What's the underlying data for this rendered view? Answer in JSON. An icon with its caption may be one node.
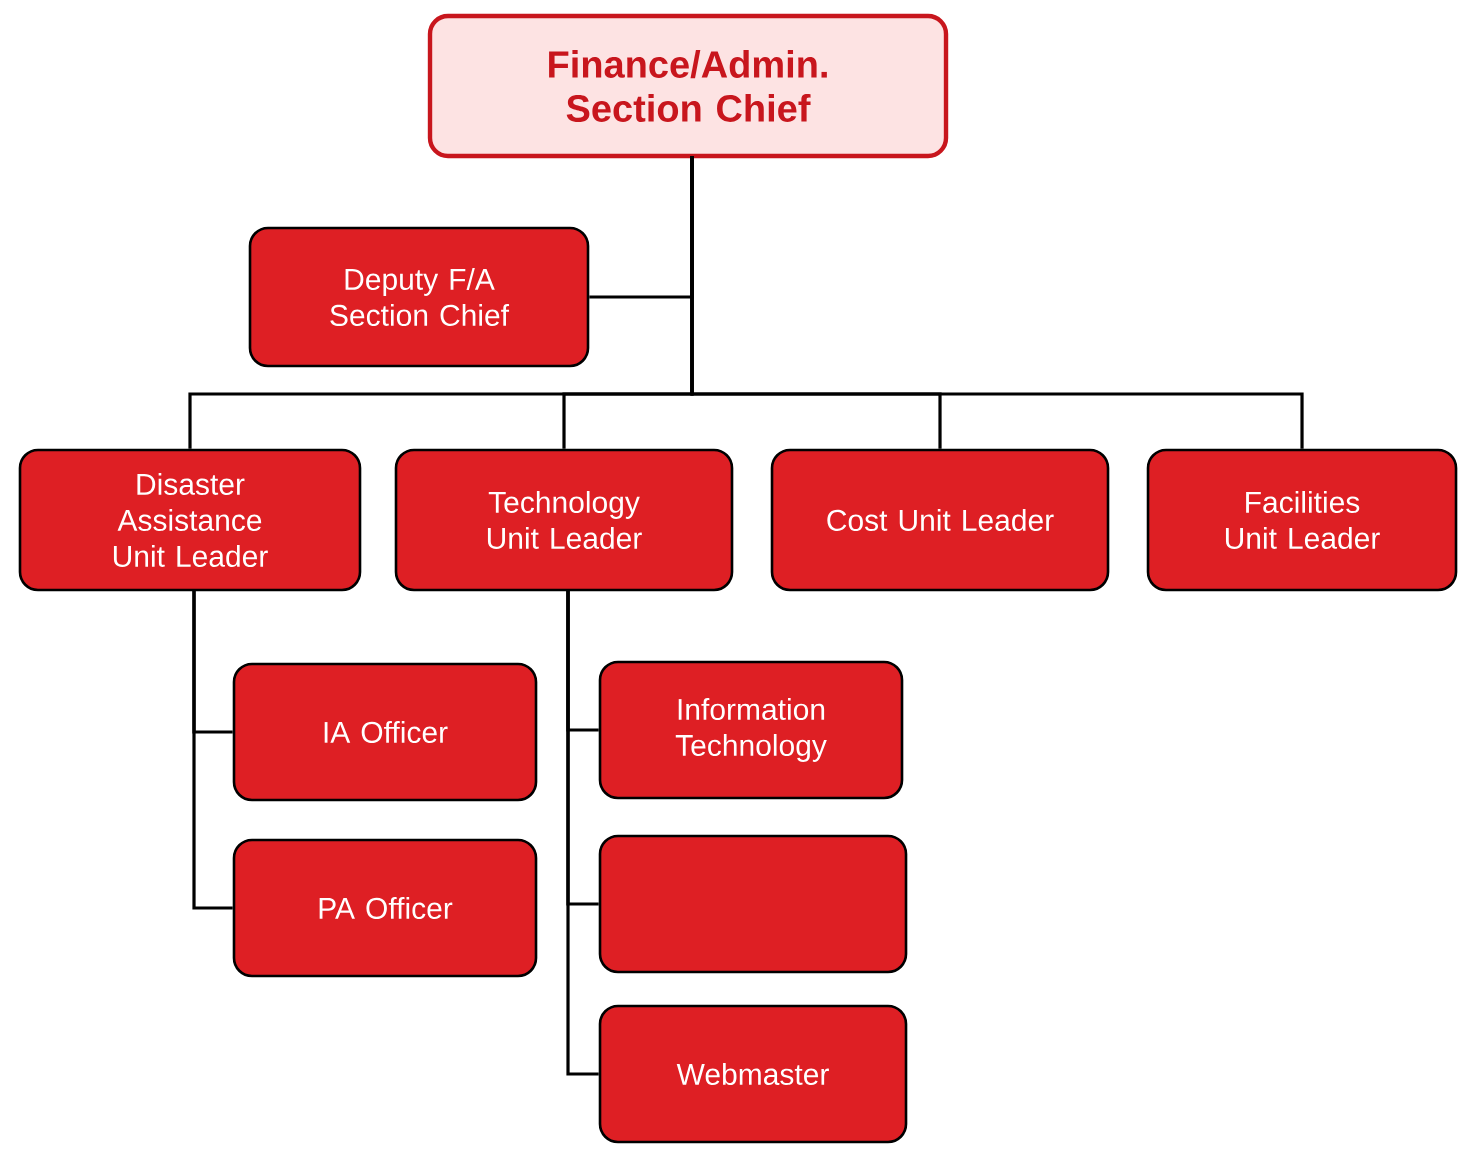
{
  "diagram": {
    "nodes": [
      {
        "text": [
          "Finance/Admin. Section Chief"
        ]
      },
      {
        "text": [
          "Deputy F/A Section Chief"
        ]
      },
      {
        "text": [
          "Disaster Assistance Unit Leader"
        ]
      },
      {
        "text": [
          "Technology Unit Leader"
        ]
      },
      {
        "text": [
          "Cost Unit Leader"
        ]
      },
      {
        "text": [
          "Facilities Unit Leader"
        ]
      },
      {
        "text": [
          "IA Officer"
        ]
      },
      {
        "text": [
          "PA Officer"
        ]
      },
      {
        "text": [
          "Information Technology"
        ]
      },
      {
        "text": [],
        "shape": "box"
      },
      {
        "text": [
          "Webmaster"
        ]
      }
    ],
    "edges": [
      {
        "from": 0,
        "to": 1,
        "arrow": "none"
      },
      {
        "from": 0,
        "to": 2,
        "arrow": "none"
      },
      {
        "from": 0,
        "to": 3,
        "arrow": "none"
      },
      {
        "from": 0,
        "to": 4,
        "arrow": "none"
      },
      {
        "from": 0,
        "to": 5,
        "arrow": "none"
      },
      {
        "from": 2,
        "to": 6,
        "arrow": "none"
      },
      {
        "from": 2,
        "to": 7,
        "arrow": "none"
      },
      {
        "from": 3,
        "to": 8,
        "arrow": "none"
      },
      {
        "from": 3,
        "to": 9,
        "arrow": "none"
      },
      {
        "from": 3,
        "to": 10,
        "arrow": "none"
      }
    ]
  }
}
